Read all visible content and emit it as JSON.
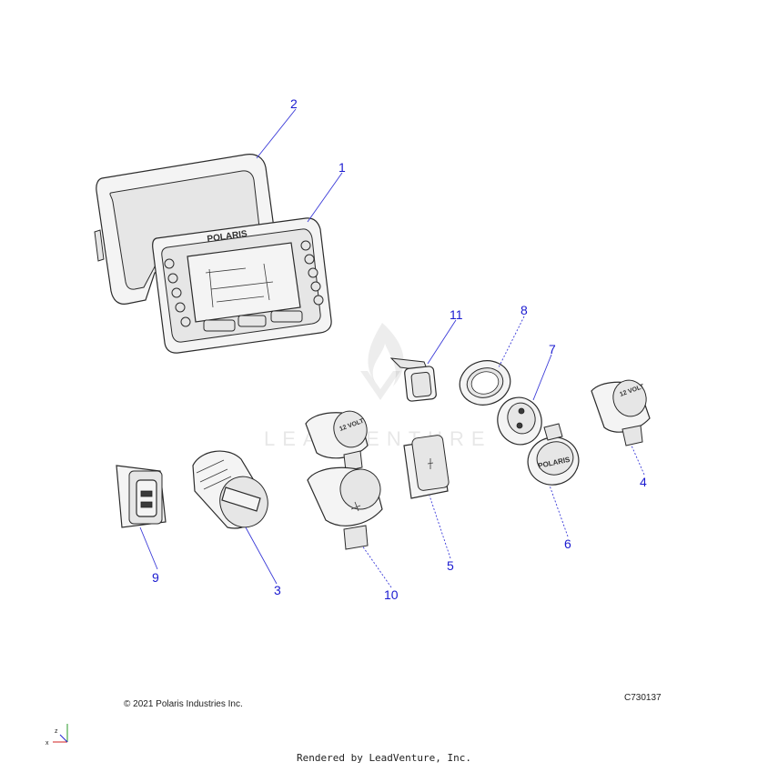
{
  "diagram": {
    "callouts": [
      {
        "label": "1"
      },
      {
        "label": "2"
      },
      {
        "label": "3"
      },
      {
        "label": "4"
      },
      {
        "label": "5"
      },
      {
        "label": "6"
      },
      {
        "label": "7"
      },
      {
        "label": "8"
      },
      {
        "label": "9"
      },
      {
        "label": "10"
      },
      {
        "label": "11"
      }
    ],
    "part_markings": {
      "display_brand": "POLARIS",
      "cap_brand": "POLARIS",
      "socket_label": "12 VOLT"
    },
    "watermark": "LEADVENTURE",
    "axis_labels": {
      "z": "z",
      "x": "x"
    },
    "colors": {
      "callout": "#1a1ad0",
      "line": "#2b2b2b"
    }
  },
  "footer": {
    "copyright": "© 2021 Polaris Industries Inc.",
    "diagram_code": "C730137",
    "rendered_by": "Rendered by LeadVenture, Inc."
  }
}
